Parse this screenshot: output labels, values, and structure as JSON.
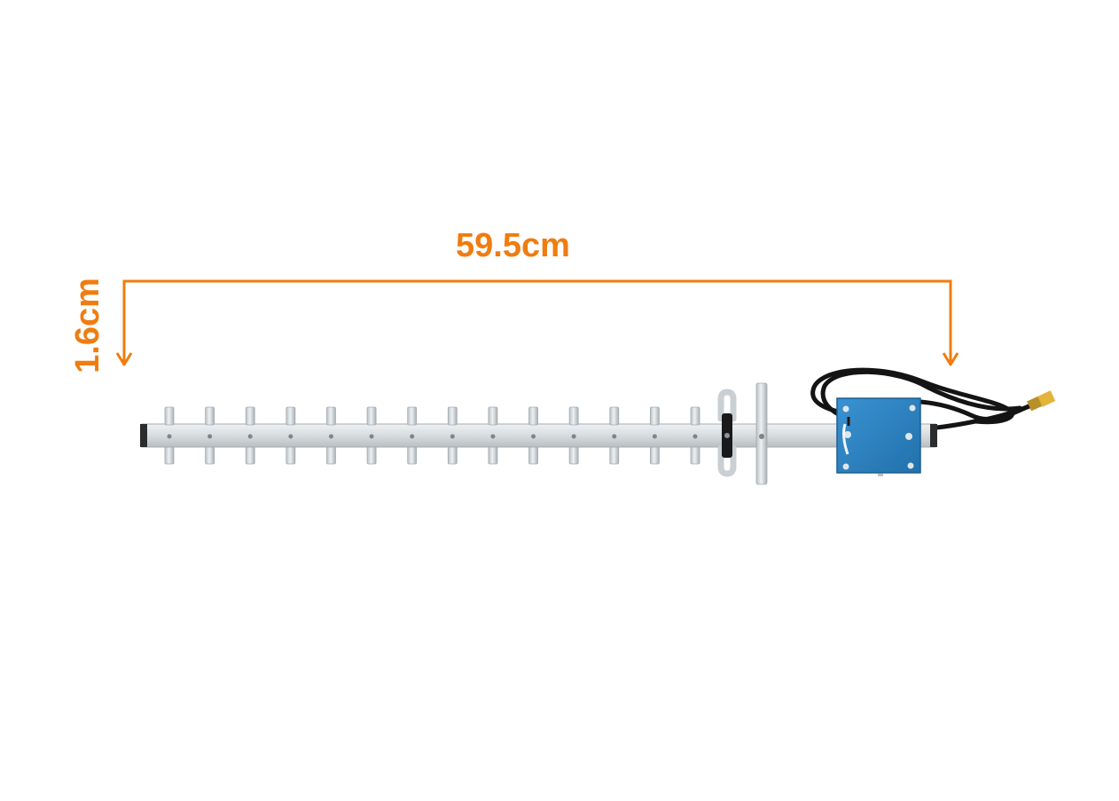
{
  "dimensions": {
    "length_label": "59.5cm",
    "height_label": "1.6cm",
    "color": "#f07c0f"
  },
  "product": {
    "subject": "yagi-antenna",
    "boom_color": "#dfe3e6",
    "bracket_color": "#2b7fbf",
    "cable_color": "#111111",
    "connector_color": "#e2b43a",
    "director_count": 14
  }
}
